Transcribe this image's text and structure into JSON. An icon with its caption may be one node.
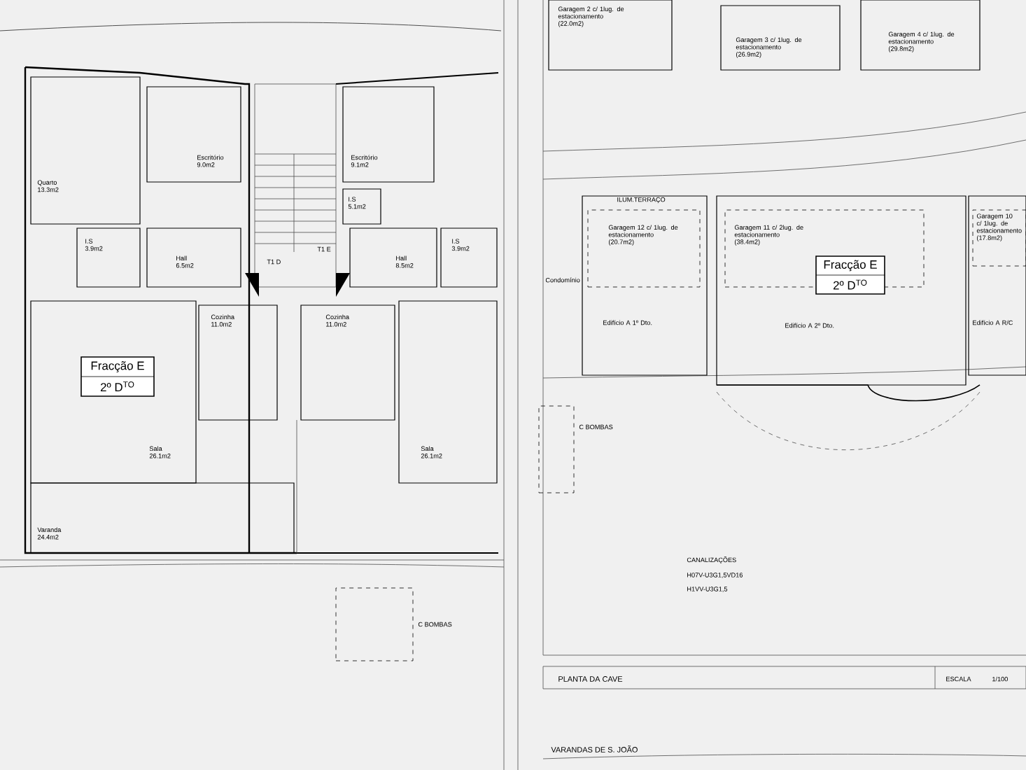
{
  "diagram": {
    "nodes": [
      {
        "text": [
          "Quarto",
          "13.3m2"
        ]
      },
      {
        "text": [
          "Escritório",
          "9.0m2"
        ]
      },
      {
        "text": [
          "I.S",
          "3.9m2"
        ]
      },
      {
        "text": [
          "Hall",
          "6.5m2"
        ]
      },
      {
        "text": [
          "Escritório",
          "9.1m2"
        ]
      },
      {
        "text": [
          "I.S",
          "5.1m2"
        ]
      },
      {
        "text": [
          "Hall",
          "8.5m2"
        ]
      },
      {
        "text": [
          "I.S",
          "3.9m2"
        ]
      },
      {
        "text": [
          "Sala",
          "26.1m2"
        ]
      },
      {
        "text": [
          "Fracção E",
          "2º D$^{TO}$"
        ],
        "in": 8
      },
      {
        "text": [
          "Cozinha",
          "11.0m2"
        ]
      },
      {
        "text": [
          "Cozinha",
          "11.0m2"
        ]
      },
      {
        "text": [
          "Sala",
          "26.1m2"
        ]
      },
      {
        "text": [
          "Varanda",
          "24.4m2"
        ]
      },
      {
        "text": [],
        "shape": "box",
        "beside": [
          "C BOMBAS"
        ]
      },
      {
        "text": [
          "Garagem 2 c/ 1lug. de estacionamento",
          "(22.0m2)"
        ]
      },
      {
        "text": [
          "Garagem 3 c/ 1lug. de estacionamento",
          "(26.9m2)"
        ]
      },
      {
        "text": [
          "Garagem 4 c/ 1lug. de estacionamento",
          "(29.8m2)"
        ]
      },
      {
        "text": [
          "Edifício A 1º Dto."
        ]
      },
      {
        "text": [
          "Garagem 12 c/ 1lug. de estacionamento",
          "(20.7m2)"
        ],
        "in": 18
      },
      {
        "text": [
          "Edifício A 2º Dto."
        ]
      },
      {
        "text": [
          "Garagem 11 c/ 2lug. de estacionamento",
          "(38.4m2)"
        ],
        "in": 20
      },
      {
        "text": [
          "Fracção E",
          "2º D$^{TO}$"
        ],
        "in": 20
      },
      {
        "text": [
          "Edifício A R/C"
        ]
      },
      {
        "text": [
          "Garagem 10 c/ 1lug. de estacionamento",
          "(17.8m2)"
        ],
        "in": 23
      },
      {
        "text": [],
        "shape": "box",
        "beside": [
          "C BOMBAS"
        ]
      }
    ],
    "labels": [
      "T1 D",
      "T1 E",
      "ILUM.TERRAÇO",
      "Condomínio",
      "CANALIZAÇÕES",
      "H07V-U3G1,5VD16",
      "H1VV-U3G1,5",
      "PLANTA DA CAVE",
      "ESCALA",
      "1/100",
      "VARANDAS DE S. JOÃO"
    ]
  }
}
